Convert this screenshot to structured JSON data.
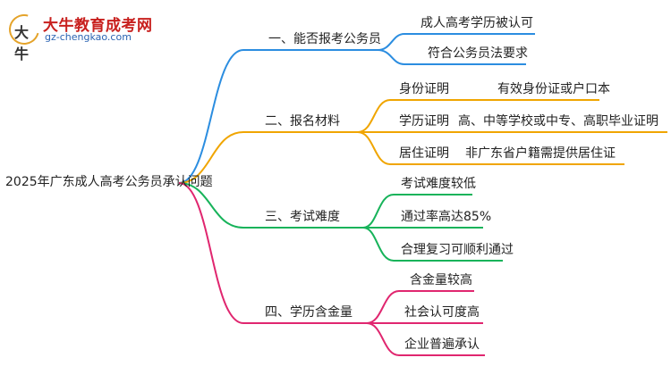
{
  "logo": {
    "name": "大牛教育成考网",
    "url": "gz-chengkao.com",
    "mark": "大牛"
  },
  "root": "2025年广东成人高考公务员承认问题",
  "colors": {
    "b1": "#2b8de0",
    "b2": "#f0a500",
    "b3": "#17b35a",
    "b4": "#e0266f"
  },
  "branches": [
    {
      "label": "一、能否报考公务员",
      "children": [
        "成人高考学历被认可",
        "符合公务员法要求"
      ]
    },
    {
      "label": "二、报名材料",
      "children": [
        {
          "label": "身份证明",
          "value": "有效身份证或户口本"
        },
        {
          "label": "学历证明",
          "value": "高、中等学校或中专、高职毕业证明"
        },
        {
          "label": "居住证明",
          "value": "非广东省户籍需提供居住证"
        }
      ]
    },
    {
      "label": "三、考试难度",
      "children": [
        "考试难度较低",
        "通过率高达85%",
        "合理复习可顺利通过"
      ]
    },
    {
      "label": "四、学历含金量",
      "children": [
        "含金量较高",
        "社会认可度高",
        "企业普遍承认"
      ]
    }
  ]
}
